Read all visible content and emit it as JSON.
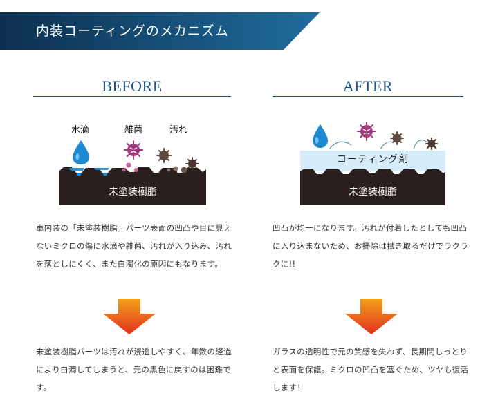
{
  "header": {
    "title": "内装コーティングのメカニズム",
    "gradient_dark": "#0d2f4f",
    "gradient_light": "#1f6d9e"
  },
  "before": {
    "heading": "BEFORE",
    "labels": {
      "water": "水滴",
      "bacteria": "雑菌",
      "dirt": "汚れ"
    },
    "resin": "未塗装樹脂",
    "paragraph": "車内装の「未塗装樹脂」パーツ表面の凹凸や目に見えないミクロの傷に水滴や雑菌、汚れが入り込み、汚れを落としにくく、また白濁化の原因にもなります。",
    "result": "未塗装樹脂パーツは汚れが浸透しやすく、年数の経過により白濁してしまうと、元の黒色に戻すのは困難です。"
  },
  "after": {
    "heading": "AFTER",
    "coating": "コーティング剤",
    "resin": "未塗装樹脂",
    "paragraph": "凹凸が均一になります。汚れが付着したとしても凹凸に入り込まないため、お掃除は拭き取るだけでラクラクに!!",
    "result": "ガラスの透明性で元の質感を失わず、長期間しっとりと表面を保護。ミクロの凹凸を塞ぐため、ツヤも復活します！"
  },
  "colors": {
    "heading_blue": "#1d4f86",
    "resin": "#2a1f1c",
    "water": "#1e88d0",
    "bacteria": "#a03a7a",
    "dirt": "#5e4a3e",
    "coating": "#d6ecf8",
    "arrow_top": "#f2a21a",
    "arrow_bottom": "#e2301e"
  }
}
